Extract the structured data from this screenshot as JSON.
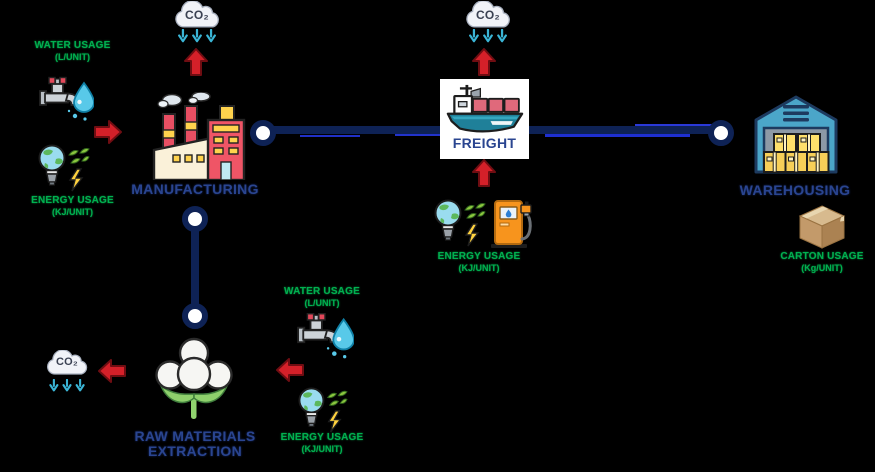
{
  "co2": {
    "label": "CO₂"
  },
  "stages": {
    "manufacturing": {
      "label": "MANUFACTURING"
    },
    "freight": {
      "label": "FREIGHT"
    },
    "warehousing": {
      "label": "WAREHOUSING"
    },
    "raw_materials": {
      "label_line1": "RAW MATERIALS",
      "label_line2": "EXTRACTION"
    }
  },
  "usages": {
    "water": {
      "title": "WATER USAGE",
      "unit": "(L/UNIT)"
    },
    "energy": {
      "title": "ENERGY USAGE",
      "unit": "(KJ/UNIT)"
    },
    "carton": {
      "title": "CARTON USAGE",
      "unit": "(Kg/UNIT)"
    }
  },
  "icons": {
    "co2_cloud": "co2-cloud-icon",
    "co2_fall_arrows": "co2-down-arrows-icon",
    "emission_arrow": "emission-arrow-icon",
    "water_tap": "water-tap-icon",
    "energy_bulb": "energy-bulb-icon",
    "fuel_pump": "fuel-pump-icon",
    "factory": "factory-icon",
    "cargo_ship": "cargo-ship-icon",
    "warehouse": "warehouse-icon",
    "cotton_plant": "cotton-plant-icon",
    "carton_box": "carton-box-icon",
    "connector_node": "connector-node"
  },
  "colors": {
    "background": "#000000",
    "usage_text": "#00b050",
    "stage_text": "#2a4590",
    "connector": "#0e2255",
    "connector_accent": "#2233cc",
    "emission_arrow_red": "#d42029",
    "co2_arrow_cyan": "#3ab5d6",
    "node_fill": "#ffffff"
  }
}
